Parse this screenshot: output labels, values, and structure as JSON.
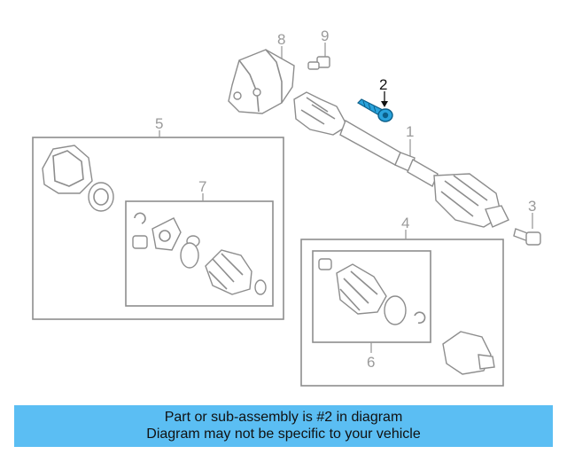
{
  "callouts": {
    "c1": "1",
    "c2": "2",
    "c3": "3",
    "c4": "4",
    "c5": "5",
    "c6": "6",
    "c7": "7",
    "c8": "8",
    "c9": "9"
  },
  "highlight_part": "2",
  "colors": {
    "highlight": "#2aa3dc",
    "banner": "#5bbef3",
    "line": "#8d8d8d"
  },
  "banner": {
    "line1": "Part or sub-assembly is #2 in diagram",
    "line2": "Diagram may not be specific to your vehicle"
  }
}
